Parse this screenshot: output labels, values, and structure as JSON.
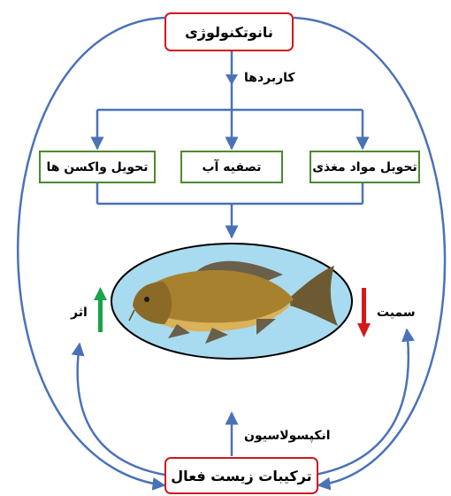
{
  "nodes": {
    "top": "نانوتکنولوژی",
    "app_right": "تحویل مواد مغذی",
    "app_middle": "تصفیه آب",
    "app_left": "تحویل واکسن ها",
    "bottom": "ترکیبات زیست فعال"
  },
  "labels": {
    "applications": "کاربردها",
    "effect": "اثر",
    "toxicity": "سمیت",
    "encapsulation": "انکپسولاسیون"
  },
  "colors": {
    "connector": "#4a72b8",
    "top_bottom_border": "#d0181f",
    "application_border": "#4a8a2e",
    "effect_arrow": "#1aa44a",
    "toxicity_arrow": "#d31a1a",
    "ellipse_fill": "#a8dbef"
  },
  "icons": {
    "center_image": "carp-fish-icon"
  }
}
